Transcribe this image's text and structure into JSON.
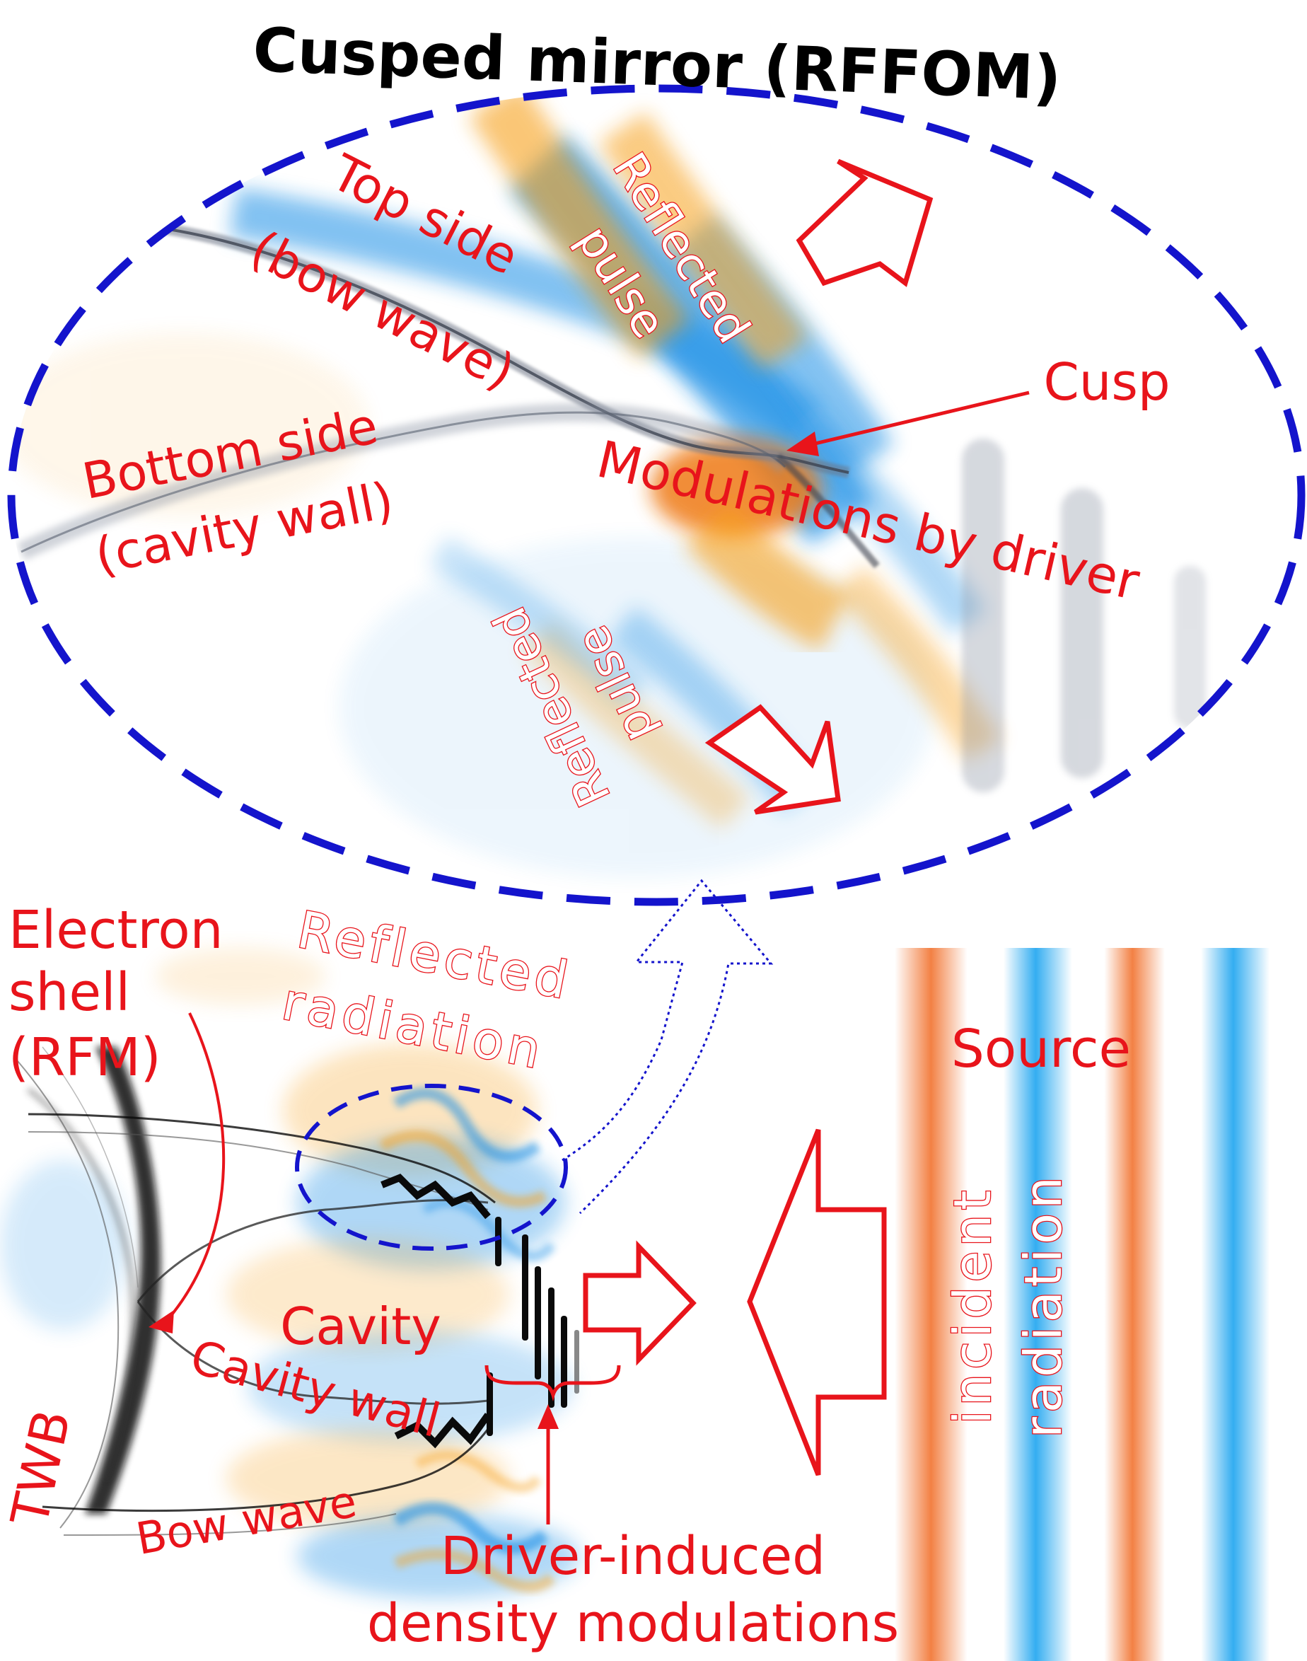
{
  "title": "Cusped mirror (RFFOM)",
  "colors": {
    "label_red": "#e8141b",
    "dash_blue": "#1414cc",
    "field_orange": "#f7a11a",
    "field_blue": "#1e90e6",
    "source_orange": "#f27a3a",
    "source_blue": "#29a9f0",
    "particle_gray": "#8a93a3",
    "particle_black": "#0a0a0a"
  },
  "inset": {
    "top_side_line1": "Top side",
    "top_side_line2": "(bow wave)",
    "bottom_side_line1": "Bottom side",
    "bottom_side_line2": "(cavity wall)",
    "reflected_upper_line1": "Reflected",
    "reflected_upper_line2": "pulse",
    "reflected_lower_line1": "Reflected",
    "reflected_lower_line2": "pulse",
    "cusp": "Cusp",
    "modulations": "Modulations by driver"
  },
  "main": {
    "electron_shell_line1": "Electron",
    "electron_shell_line2": "shell",
    "electron_shell_line3": "(RFM)",
    "reflected_radiation_line1": "Reflected",
    "reflected_radiation_line2": "radiation",
    "source": "Source",
    "incident": "incident",
    "radiation": "radiation",
    "cavity": "Cavity",
    "cavity_wall": "Cavity wall",
    "twb": "TWB",
    "bow_wave": "Bow wave",
    "driver_line1": "Driver-induced",
    "driver_line2": "density modulations"
  }
}
